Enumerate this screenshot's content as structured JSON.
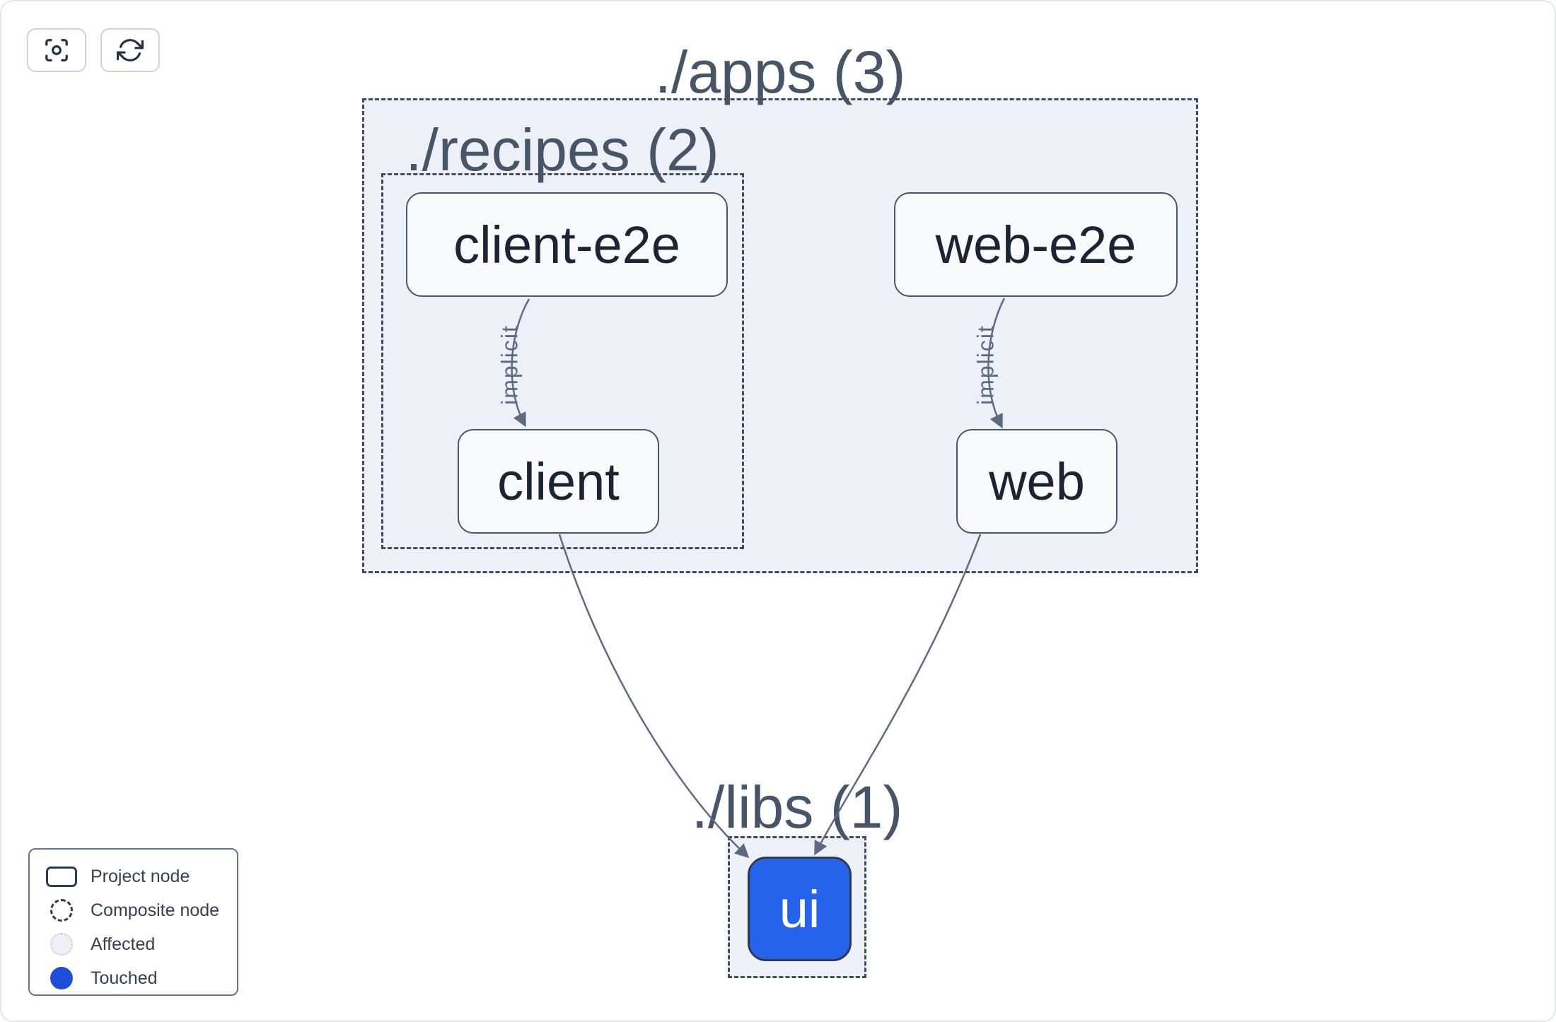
{
  "toolbar": {
    "buttons": [
      {
        "name": "focus",
        "icon": "crosshair-focus-icon"
      },
      {
        "name": "refresh",
        "icon": "refresh-icon"
      }
    ]
  },
  "graph": {
    "composites": [
      {
        "id": "apps",
        "label": "./apps (3)",
        "count": 3
      },
      {
        "id": "recipes",
        "label": "./recipes (2)",
        "count": 2
      },
      {
        "id": "libs",
        "label": "./libs (1)",
        "count": 1
      }
    ],
    "nodes": [
      {
        "id": "client-e2e",
        "label": "client-e2e",
        "parent": "recipes",
        "state": "normal"
      },
      {
        "id": "web-e2e",
        "label": "web-e2e",
        "parent": "apps",
        "state": "normal"
      },
      {
        "id": "client",
        "label": "client",
        "parent": "recipes",
        "state": "normal"
      },
      {
        "id": "web",
        "label": "web",
        "parent": "apps",
        "state": "normal"
      },
      {
        "id": "ui",
        "label": "ui",
        "parent": "libs",
        "state": "touched"
      }
    ],
    "edges": [
      {
        "from": "client-e2e",
        "to": "client",
        "label": "implicit"
      },
      {
        "from": "web-e2e",
        "to": "web",
        "label": "implicit"
      },
      {
        "from": "client",
        "to": "ui",
        "label": ""
      },
      {
        "from": "web",
        "to": "ui",
        "label": ""
      }
    ]
  },
  "legend": {
    "items": [
      {
        "label": "Project node",
        "swatch": "project-node"
      },
      {
        "label": "Composite node",
        "swatch": "composite-node"
      },
      {
        "label": "Affected",
        "swatch": "affected"
      },
      {
        "label": "Touched",
        "swatch": "touched"
      }
    ]
  },
  "colors": {
    "canvas_bg": "#ffffff",
    "canvas_border": "#e4e8ee",
    "composite_fill": "#edf1f7",
    "composite_border": "#3e4d63",
    "composite_label": "#475569",
    "node_fill": "#f8fafc",
    "node_border": "#47566d",
    "node_text": "#1b2433",
    "edge": "#5d6b82",
    "ui_node_fill": "#2563eb",
    "ui_node_text": "#ffffff",
    "legend_touched": "#1d4ed8",
    "legend_affected_fill": "#edf0f5",
    "legend_affected_border": "#c6cdd9",
    "legend_border": "#64748b",
    "legend_text": "#334155",
    "button_border": "#cbd5e1",
    "icon": "#243044"
  }
}
